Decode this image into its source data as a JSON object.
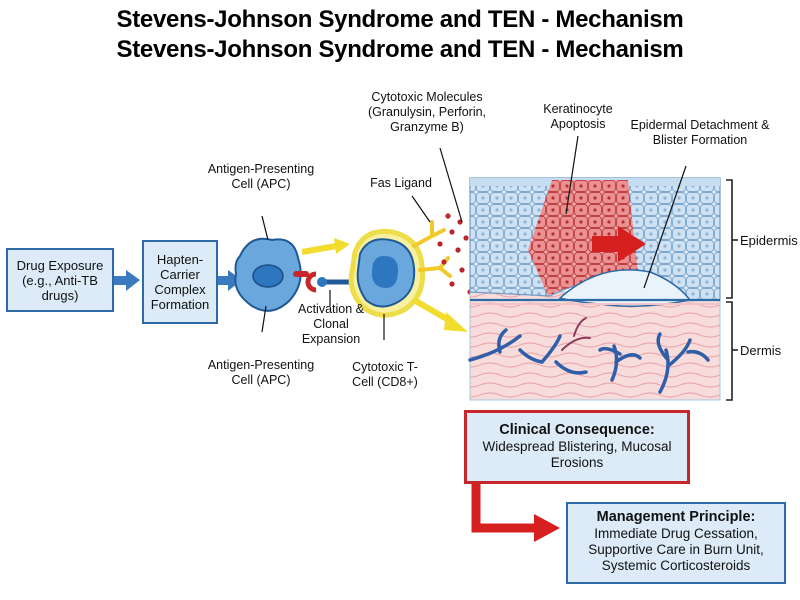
{
  "titles": {
    "line1": "Stevens-Johnson Syndrome and TEN - Mechanism",
    "line2": "Stevens-Johnson Syndrome and TEN - Mechanism"
  },
  "steps": {
    "drug_exposure": "Drug Exposure (e.g., Anti-TB drugs)",
    "hapten": "Hapten-Carrier Complex Formation"
  },
  "labels": {
    "apc_top": "Antigen-Presenting Cell (APC)",
    "apc_bottom": "Antigen-Presenting Cell (APC)",
    "activation": "Activation & Clonal Expansion",
    "tcell": "Cytotoxic T-Cell (CD8+)",
    "fas_ligand": "Fas Ligand",
    "cytotoxic_molecules": "Cytotoxic Molecules (Granulysin, Perforin, Granzyme B)",
    "keratinocyte_apoptosis": "Keratinocyte Apoptosis",
    "detachment": "Epidermal Detachment & Blister Formation",
    "epidermis": "Epidermis",
    "dermis": "Dermis"
  },
  "clinical": {
    "heading": "Clinical Consequence:",
    "body": "Widespread Blistering, Mucosal Erosions"
  },
  "management": {
    "heading": "Management Principle:",
    "body": "Immediate Drug Cessation, Supportive Care in Burn Unit, Systemic Corticosteroids"
  },
  "colors": {
    "box_fill": "#dcebf7",
    "box_border": "#2e6aa5",
    "red_border": "#c8262a",
    "arrow_blue": "#3a7bc0",
    "arrow_yellow": "#f2dc2e",
    "arrow_red": "#d6201f"
  }
}
